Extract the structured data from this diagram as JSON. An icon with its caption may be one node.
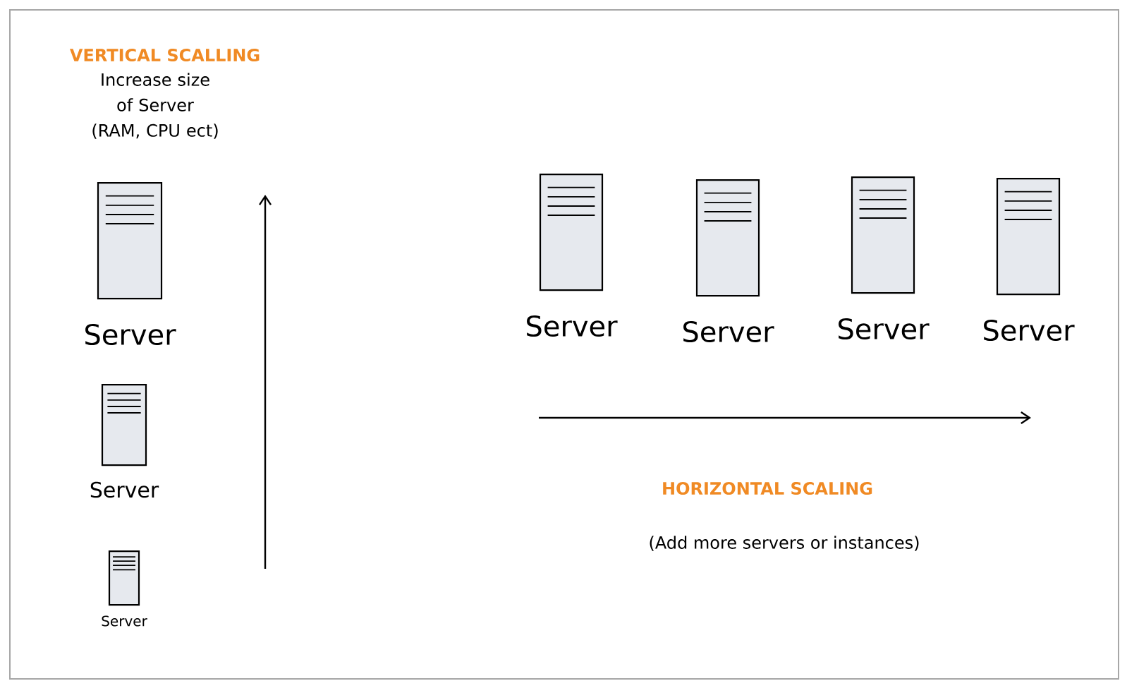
{
  "diagram": {
    "nodes": [
      {
        "text": [
          "Server"
        ]
      },
      {
        "text": [
          "Server"
        ]
      },
      {
        "text": [
          "Server"
        ]
      },
      {
        "text": [
          "Server"
        ]
      },
      {
        "text": [
          "Server"
        ]
      },
      {
        "text": [
          "Server"
        ]
      },
      {
        "text": [
          "Server"
        ]
      }
    ],
    "labels": [
      "VERTICAL SCALLING",
      "Increase size of Server (RAM, CPU ect)",
      "HORIZONTAL SCALING",
      "(Add more servers or instances)"
    ]
  }
}
